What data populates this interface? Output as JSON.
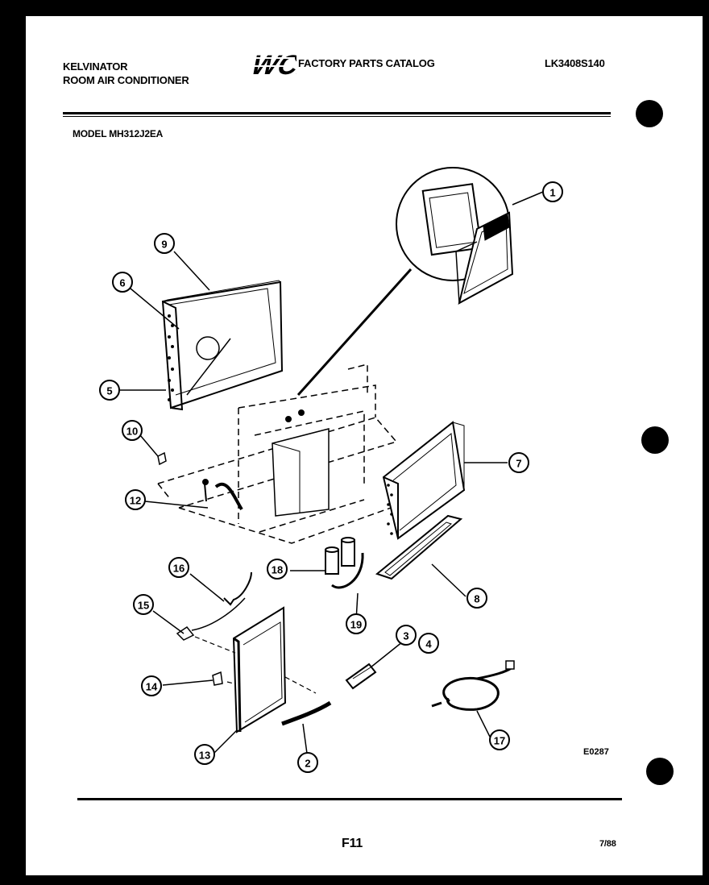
{
  "header": {
    "brand_line1": "KELVINATOR",
    "brand_line2": "ROOM AIR CONDITIONER",
    "logo_text": "WCI",
    "catalog_title": "FACTORY PARTS CATALOG",
    "catalog_number": "LK3408S140"
  },
  "model_line": "MODEL MH312J2EA",
  "diagram": {
    "image_code": "E0287",
    "callouts": [
      {
        "id": "c1",
        "label": "1"
      },
      {
        "id": "c2",
        "label": "2"
      },
      {
        "id": "c3",
        "label": "3"
      },
      {
        "id": "c4",
        "label": "4"
      },
      {
        "id": "c5",
        "label": "5"
      },
      {
        "id": "c6",
        "label": "6"
      },
      {
        "id": "c7",
        "label": "7"
      },
      {
        "id": "c8",
        "label": "8"
      },
      {
        "id": "c9",
        "label": "9"
      },
      {
        "id": "c10",
        "label": "10"
      },
      {
        "id": "c12",
        "label": "12"
      },
      {
        "id": "c13",
        "label": "13"
      },
      {
        "id": "c14",
        "label": "14"
      },
      {
        "id": "c15",
        "label": "15"
      },
      {
        "id": "c16",
        "label": "16"
      },
      {
        "id": "c17",
        "label": "17"
      },
      {
        "id": "c18",
        "label": "18"
      },
      {
        "id": "c19",
        "label": "19"
      }
    ]
  },
  "footer": {
    "page_code": "F11",
    "date": "7/88"
  }
}
